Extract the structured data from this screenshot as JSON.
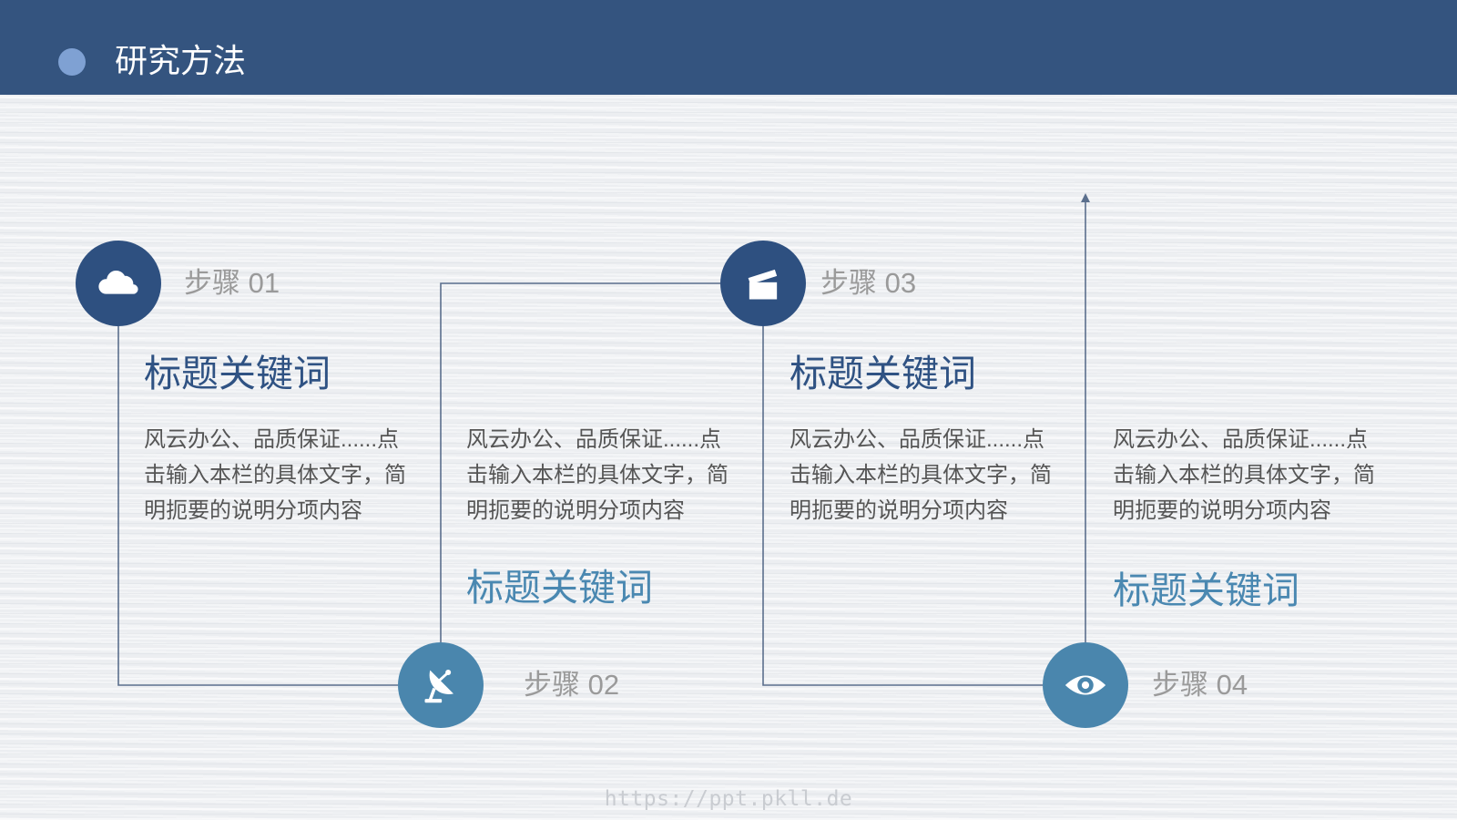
{
  "header": {
    "title": "研究方法"
  },
  "steps": [
    {
      "label": "步骤 01",
      "title": "标题关键词",
      "icon": "cloud-icon",
      "body_lines": [
        "风云办公、品质保证......点",
        "击输入本栏的具体文字，简",
        "明扼要的说明分项内容"
      ]
    },
    {
      "label": "步骤 02",
      "title": "标题关键词",
      "icon": "satellite-dish-icon",
      "body_lines": [
        "风云办公、品质保证......点",
        "击输入本栏的具体文字，简",
        "明扼要的说明分项内容"
      ]
    },
    {
      "label": "步骤 03",
      "title": "标题关键词",
      "icon": "clapperboard-icon",
      "body_lines": [
        "风云办公、品质保证......点",
        "击输入本栏的具体文字，简",
        "明扼要的说明分项内容"
      ]
    },
    {
      "label": "步骤 04",
      "title": "标题关键词",
      "icon": "eye-icon",
      "body_lines": [
        "风云办公、品质保证......点",
        "击输入本栏的具体文字，简",
        "明扼要的说明分项内容"
      ]
    }
  ],
  "watermark": "https://ppt.pkll.de",
  "colors": {
    "header_bg": "#34547f",
    "header_dot": "#7fa1d3",
    "primary_dark": "#2e5080",
    "primary_light": "#4a86ad",
    "connector_line": "#5b6f8d"
  }
}
